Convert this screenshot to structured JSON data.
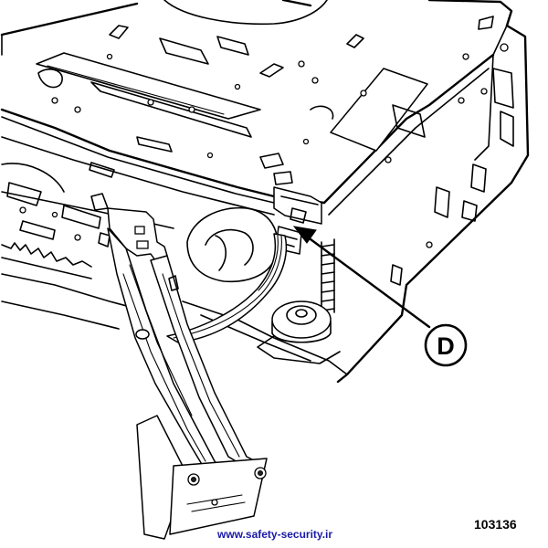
{
  "diagram": {
    "callout_label": "D",
    "figure_reference": "103136",
    "watermark_url": "www.safety-security.ir"
  },
  "colors": {
    "line": "#000000",
    "background": "#ffffff",
    "watermark": "#1a1aa8"
  },
  "icons": [
    "callout-arrow-icon"
  ]
}
